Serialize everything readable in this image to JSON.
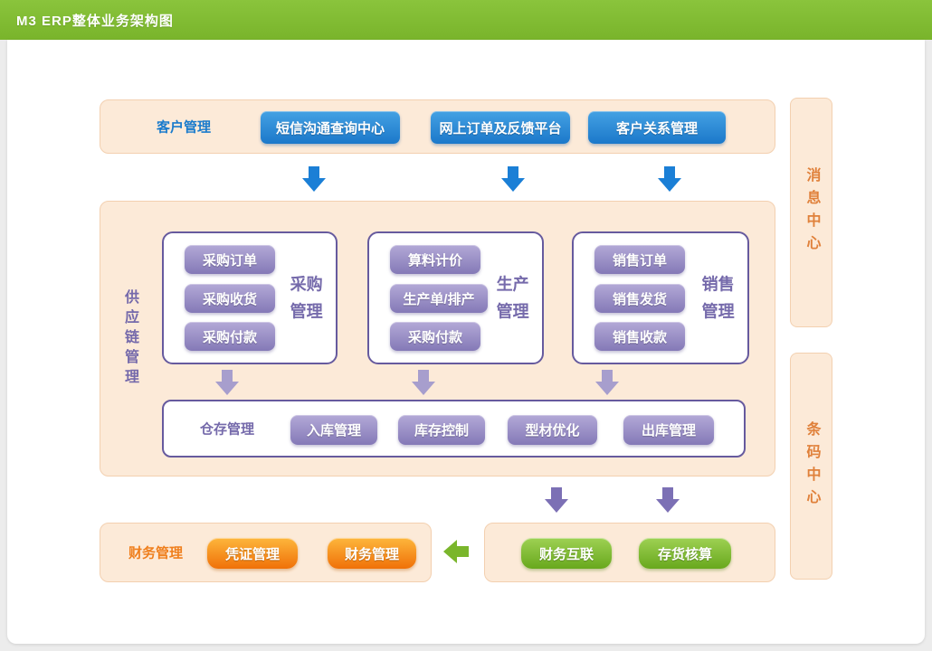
{
  "header": {
    "title": "M3 ERP整体业务架构图"
  },
  "customer": {
    "label": "客户管理",
    "buttons": [
      "短信沟通查询中心",
      "网上订单及反馈平台",
      "客户关系管理"
    ]
  },
  "supply_chain": {
    "label": "供应链管理",
    "groups": [
      {
        "label": "采购管理",
        "buttons": [
          "采购订单",
          "采购收货",
          "采购付款"
        ]
      },
      {
        "label": "生产管理",
        "buttons": [
          "算料计价",
          "生产单/排产",
          "采购付款"
        ]
      },
      {
        "label": "销售管理",
        "buttons": [
          "销售订单",
          "销售发货",
          "销售收款"
        ]
      }
    ],
    "warehouse": {
      "label": "仓存管理",
      "buttons": [
        "入库管理",
        "库存控制",
        "型材优化",
        "出库管理"
      ]
    }
  },
  "finance": {
    "label": "财务管理",
    "buttons": [
      "凭证管理",
      "财务管理"
    ]
  },
  "integration": {
    "buttons": [
      "财务互联",
      "存货核算"
    ]
  },
  "side_panels": [
    {
      "label": "消息中心"
    },
    {
      "label": "条码中心"
    }
  ],
  "colors": {
    "header_green": "#7db92d",
    "panel_peach": "#fcead8",
    "panel_border": "#f3d0b0",
    "blue_accent": "#1a7bcc",
    "purple_accent": "#756aab",
    "purple_box_border": "#665a9e",
    "orange_accent": "#ef7f1d",
    "green_button": "#68a81d",
    "arrow_blue": "#1b7fd6",
    "arrow_light_purple": "#a79ecd",
    "arrow_dark_purple": "#7c70b5",
    "arrow_green": "#7ab62c"
  }
}
